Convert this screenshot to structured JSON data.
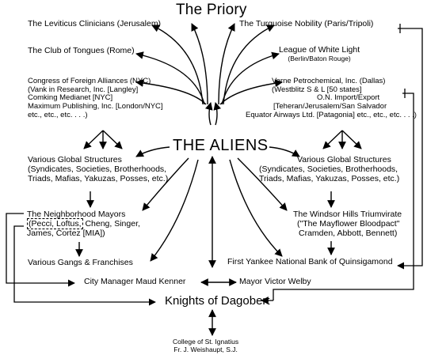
{
  "title": "The Priory",
  "center": "THE ALIENS",
  "left": {
    "leviticus": "The Leviticus Clinicians (Jerusalem)",
    "tongues": "The Club of Tongues (Rome)",
    "congress": {
      "line1": "Congress of Foreign Alliances (NYC)",
      "line2": "(Vank in Research, Inc. [Langley]",
      "line3": "Comking Medianet  [NYC]",
      "line4": "Maximum Publishing, Inc. [London/NYC]",
      "line5": "etc., etc., etc. . . .)"
    },
    "structures": {
      "line1": "Various Global Structures",
      "line2": "(Syndicates, Societies, Brotherhoods,",
      "line3": "Triads, Mafias, Yakuzas, Posses, etc.)"
    },
    "mayors": {
      "line1": "The Neighborhood Mayors",
      "pecci": "(Pecci, Loftus,",
      "line2_rest": " Cheng, Singer,",
      "line3": "James, Cortez [MIA])"
    },
    "gangs": "Various Gangs & Franchises",
    "manager": "City Manager Maud Kenner"
  },
  "right": {
    "turquoise": "The Turquoise Nobility (Paris/Tripoli)",
    "league": {
      "line1": "League of White Light",
      "line2": "(Berlin/Baton Rouge)"
    },
    "varne": {
      "line1": "Varne Petrochemical, Inc. (Dallas)",
      "line2": "(Westblitz S & L [50 states]",
      "line3": "O.N. Import/Export",
      "line4": "[Teheran/Jerusalem/San Salvador",
      "line5": "Equator Airways Ltd. [Patagonia] etc., etc., etc. . . .)"
    },
    "structures": {
      "line1": "Various Global Structures",
      "line2": "(Syndicates, Societies, Brotherhoods,",
      "line3": "Triads, Mafias, Yakuzas, Posses, etc.)"
    },
    "windsor": {
      "line1": "The Windsor Hills Triumvirate",
      "line2": "(\"The Mayflower Bloodpact\"",
      "line3": "Cramden, Abbott, Bennett)"
    },
    "bank": "First Yankee National Bank of Quinsigamond",
    "mayor": "Mayor Victor Welby"
  },
  "knights": "Knights of Dagobert",
  "college": {
    "line1": "College of St. Ignatius",
    "line2": "Fr. J. Weishaupt, S.J."
  }
}
